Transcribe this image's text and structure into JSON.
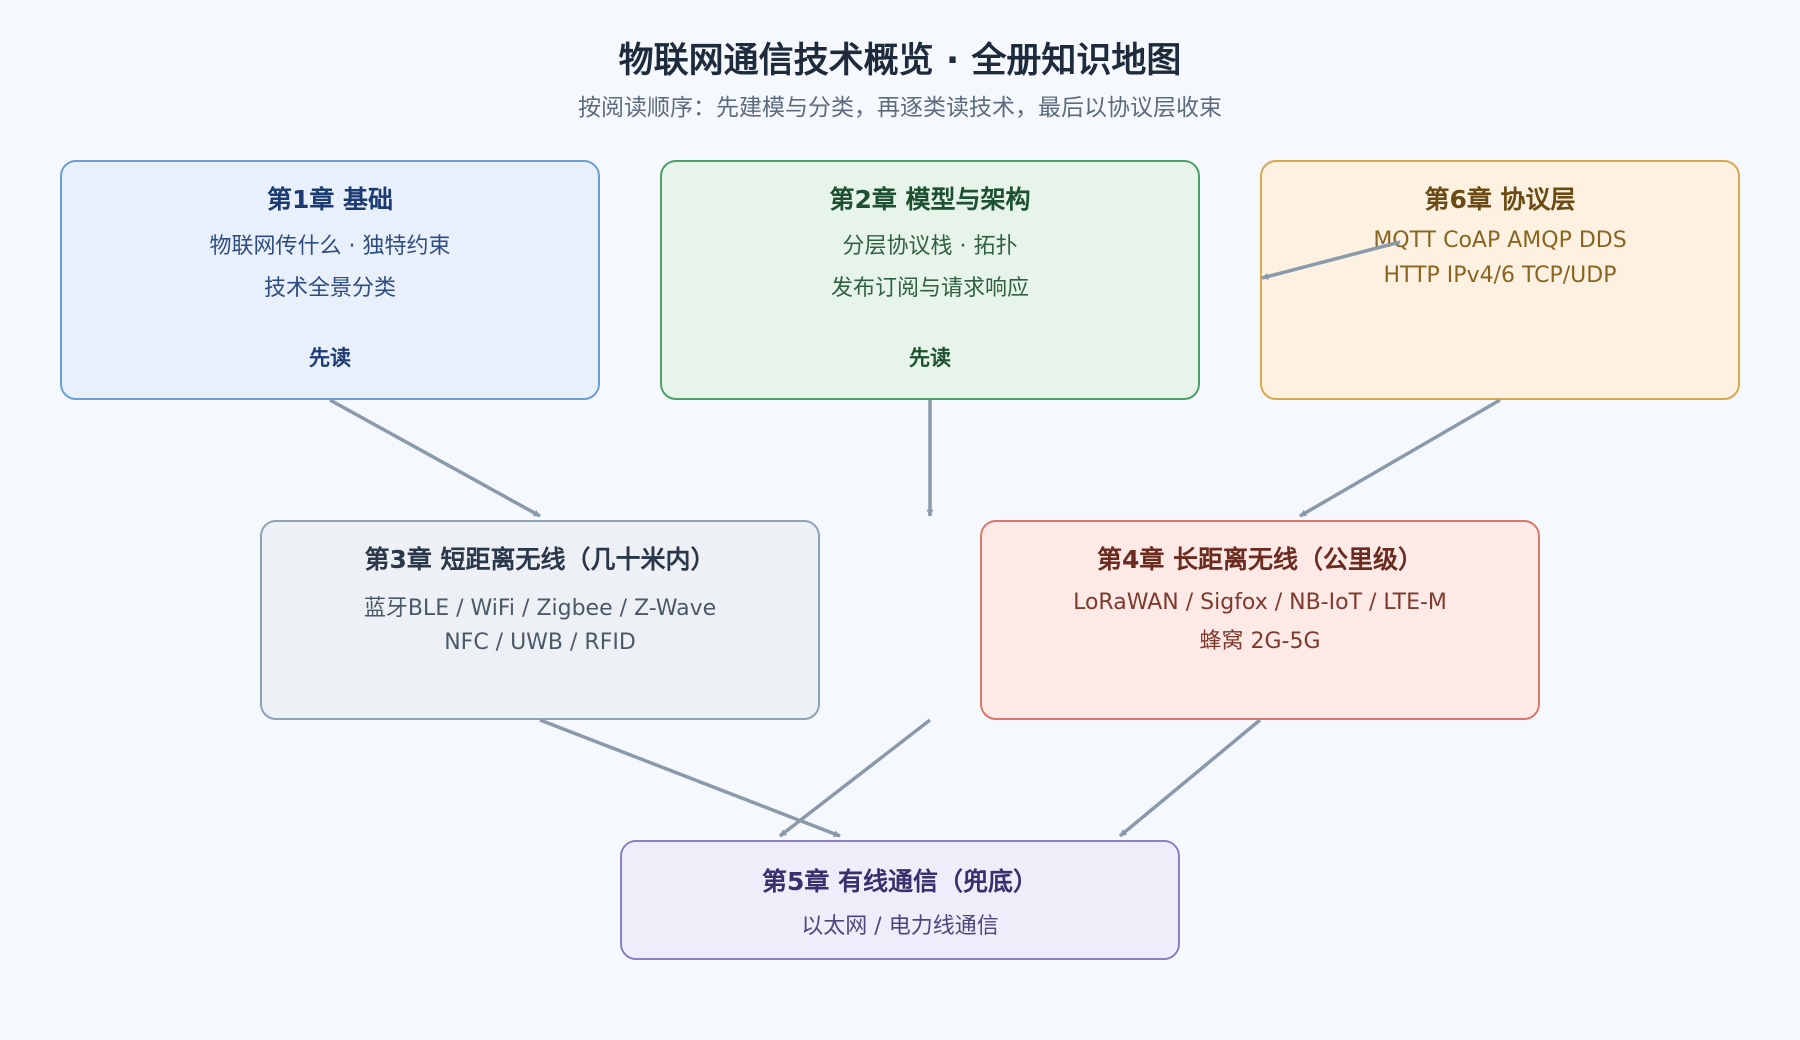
{
  "title": "物联网通信技术概览 · 全册知识地图",
  "subtitle": "按阅读顺序：先建模与分类，再逐类读技术，最后以协议层收束",
  "chapters": {
    "ch1": {
      "title": "第1章 基础",
      "lines": [
        "物联网传什么 · 独特约束",
        "技术全景分类"
      ],
      "note": "先读"
    },
    "ch2": {
      "title": "第2章 模型与架构",
      "lines": [
        "分层协议栈 · 拓扑",
        "发布订阅与请求响应"
      ],
      "note": "先读"
    },
    "ch6": {
      "title": "第6章 协议层",
      "lines": [
        "MQTT CoAP AMQP DDS",
        "HTTP IPv4/6 TCP/UDP"
      ]
    },
    "ch3": {
      "title": "第3章 短距离无线（几十米内）",
      "lines": [
        "蓝牙BLE / WiFi / Zigbee / Z-Wave",
        "NFC / UWB / RFID"
      ]
    },
    "ch4": {
      "title": "第4章 长距离无线（公里级）",
      "lines": [
        "LoRaWAN / Sigfox / NB-IoT / LTE-M",
        "蜂窝 2G-5G"
      ]
    },
    "ch5": {
      "title": "第5章 有线通信（兜底）",
      "lines": [
        "以太网 / 电力线通信"
      ]
    }
  },
  "colors": {
    "arrow": "#8a9aab",
    "background": "#f5f8fc"
  }
}
